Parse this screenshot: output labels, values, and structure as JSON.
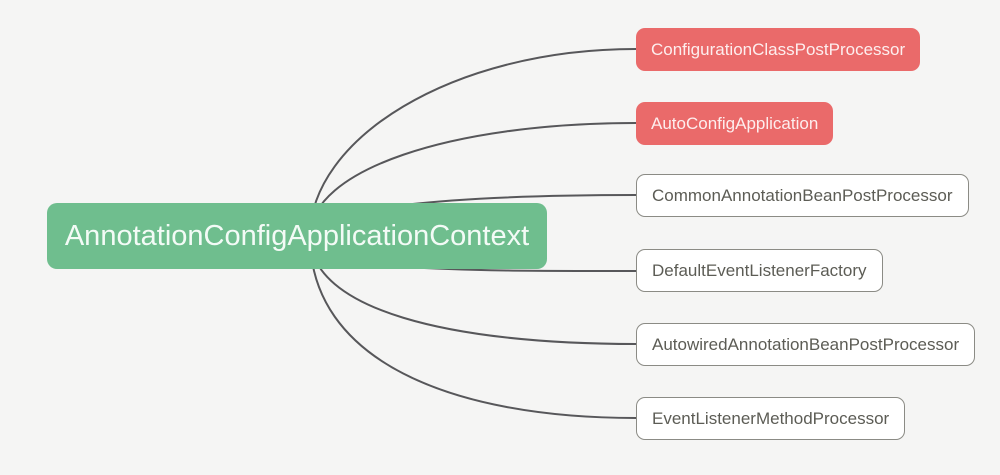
{
  "colors": {
    "background": "#f5f5f4",
    "root_bg": "#6fbe8e",
    "root_text": "#f3fbf6",
    "highlight_bg": "#ea6a6a",
    "highlight_text": "#fdeeee",
    "plain_bg": "#ffffff",
    "plain_border": "#8b8b85",
    "plain_text": "#5c5c55",
    "edge": "#57575a"
  },
  "mindmap": {
    "root": {
      "label": "AnnotationConfigApplicationContext"
    },
    "children": [
      {
        "label": "ConfigurationClassPostProcessor",
        "style": "highlight"
      },
      {
        "label": "AutoConfigApplication",
        "style": "highlight"
      },
      {
        "label": "CommonAnnotationBeanPostProcessor",
        "style": "plain"
      },
      {
        "label": "DefaultEventListenerFactory",
        "style": "plain"
      },
      {
        "label": "AutowiredAnnotationBeanPostProcessor",
        "style": "plain"
      },
      {
        "label": "EventListenerMethodProcessor",
        "style": "plain"
      }
    ]
  }
}
